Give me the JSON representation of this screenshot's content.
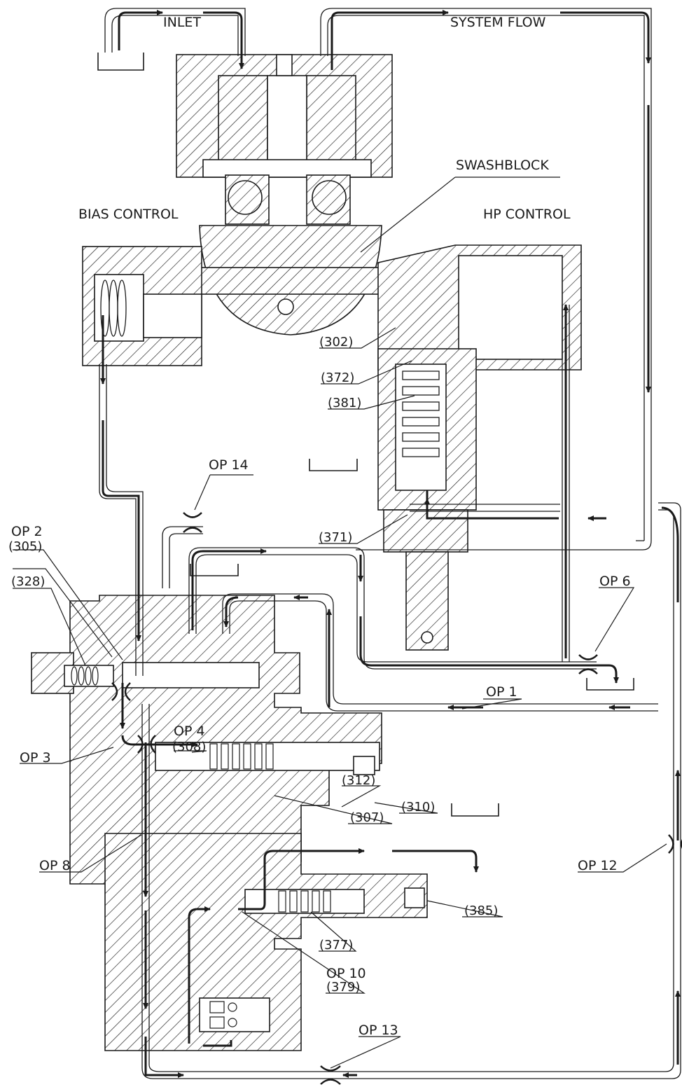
{
  "labels": {
    "inlet": "INLET",
    "system_flow": "SYSTEM FLOW",
    "swashblock": "SWASHBLOCK",
    "bias_control": "BIAS CONTROL",
    "hp_control": "HP CONTROL",
    "op1": "OP 1",
    "op2": "OP 2",
    "op3": "OP 3",
    "op4": "OP 4",
    "op6": "OP 6",
    "op8": "OP 8",
    "op10": "OP 10",
    "op12": "OP 12",
    "op13": "OP 13",
    "op14": "OP 14"
  },
  "refs": {
    "r302": "(302)",
    "r305": "(305)",
    "r307": "(307)",
    "r308": "(308)",
    "r310": "(310)",
    "r312": "(312)",
    "r328": "(328)",
    "r371": "(371)",
    "r372": "(372)",
    "r377": "(377)",
    "r379": "(379)",
    "r381": "(381)",
    "r385": "(385)"
  },
  "colors": {
    "ink": "#1a1a1a",
    "paper": "#ffffff"
  }
}
